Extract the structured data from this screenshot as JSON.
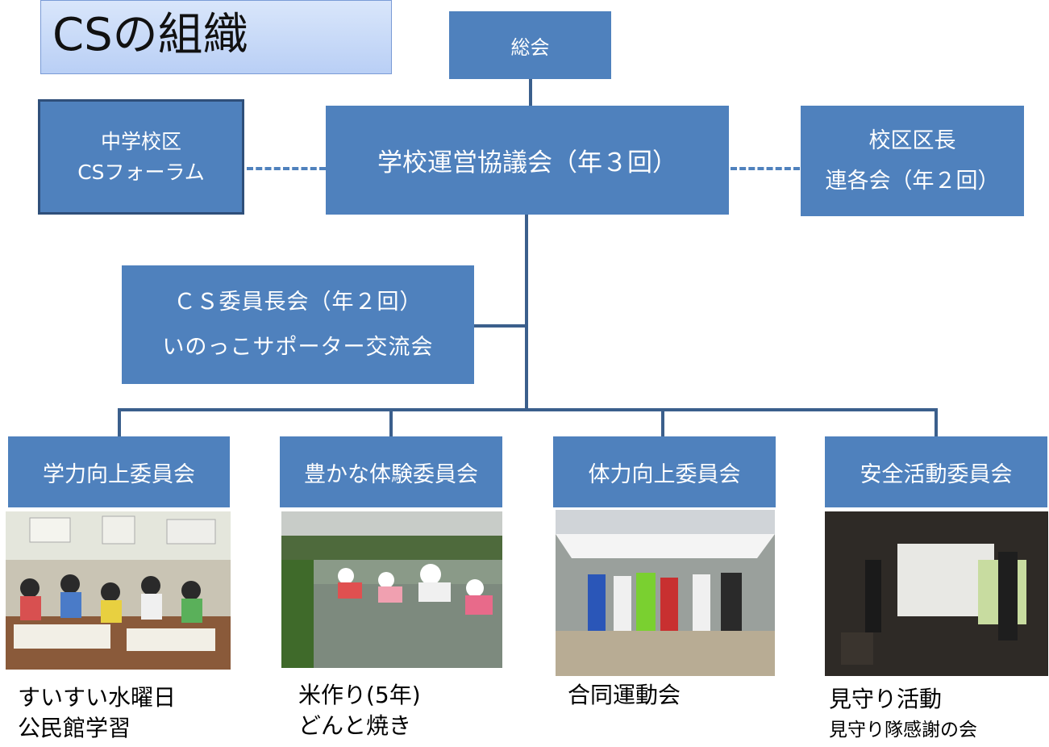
{
  "title": "CSの組織",
  "nodes": {
    "general_assembly": "総会",
    "school_council": "学校運営協議会（年３回）",
    "forum_line1": "中学校区",
    "forum_line2": "CSフォーラム",
    "district_line1": "校区区長",
    "district_line2": "連各会（年２回）",
    "chairs_line1": "ＣＳ委員長会（年２回）",
    "chairs_line2": "いのっこサポーター交流会"
  },
  "committees": [
    {
      "label": "学力向上委員会",
      "caption1": "すいすい水曜日",
      "caption2": "公民館学習"
    },
    {
      "label": "豊かな体験委員会",
      "caption1": "米作り(5年)",
      "caption2": "どんと焼き"
    },
    {
      "label": "体力向上委員会",
      "caption1": "合同運動会",
      "caption2": ""
    },
    {
      "label": "安全活動委員会",
      "caption1": "見守り活動",
      "caption2": "見守り隊感謝の会"
    }
  ],
  "colors": {
    "box": "#4f81bd",
    "line": "#3b5f8c"
  }
}
